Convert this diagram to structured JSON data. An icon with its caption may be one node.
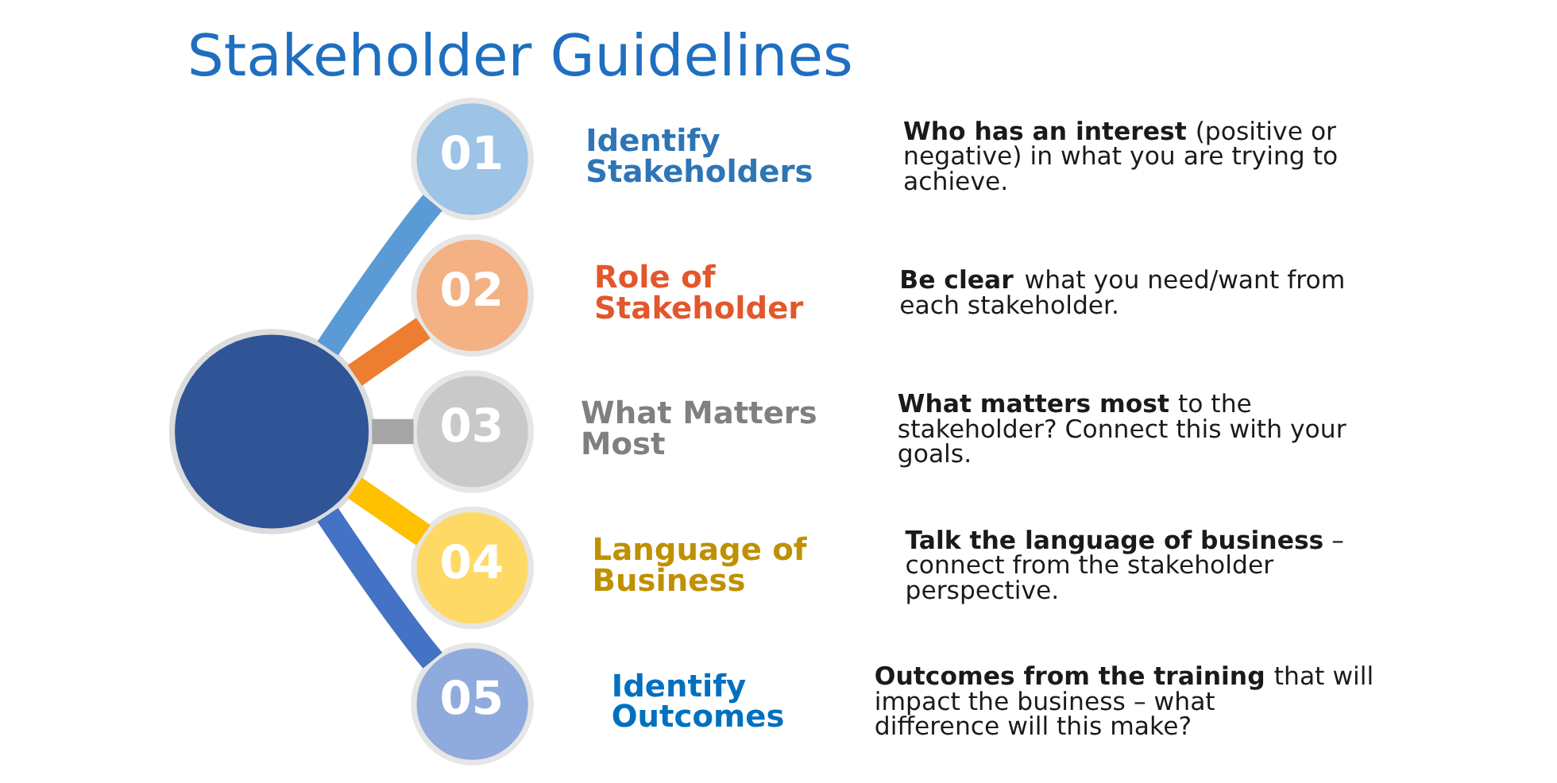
{
  "diagram": {
    "title": "Stakeholder Guidelines",
    "nodes": [
      {
        "text": [],
        "shape": "circle"
      },
      {
        "text": [
          "01"
        ],
        "beside": [
          "Identify Stakeholders"
        ]
      },
      {
        "text": [
          "02"
        ],
        "beside": [
          "Role of Stakeholder"
        ]
      },
      {
        "text": [
          "03"
        ],
        "beside": [
          "What Matters Most"
        ]
      },
      {
        "text": [
          "04"
        ],
        "beside": [
          "Language of Business"
        ]
      },
      {
        "text": [
          "05"
        ],
        "beside": [
          "Identify Outcomes"
        ]
      }
    ],
    "edges": [
      {
        "from": 0,
        "to": 1,
        "arrow": "none",
        "color": "#5b9bd5"
      },
      {
        "from": 0,
        "to": 2,
        "arrow": "none",
        "color": "#ed7d31"
      },
      {
        "from": 0,
        "to": 3,
        "arrow": "none",
        "color": "#a5a5a5"
      },
      {
        "from": 0,
        "to": 4,
        "arrow": "none",
        "color": "#ffc000"
      },
      {
        "from": 0,
        "to": 5,
        "arrow": "none",
        "color": "#4472c4"
      }
    ],
    "labels": [
      "**Who has an interest** (positive or negative) in what you are trying to achieve.",
      "**Be clear** what you need/want from each stakeholder.",
      "**What matters most** to the stakeholder? Connect this with your goals.",
      "**Talk the language of business** – connect from the stakeholder perspective.",
      "**Outcomes from the training** that will impact the business – what difference will this make?"
    ]
  }
}
